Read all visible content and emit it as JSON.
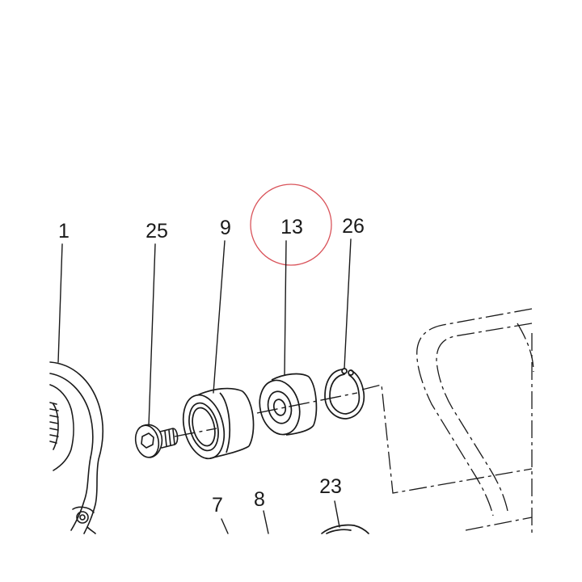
{
  "callouts": {
    "part_1": "1",
    "part_25": "25",
    "part_9": "9",
    "part_13": "13",
    "part_26": "26",
    "part_7": "7",
    "part_8": "8",
    "part_23": "23"
  },
  "highlight": {
    "target": "13",
    "color": "#d9535a"
  },
  "colors": {
    "line": "#1a1a1a",
    "background": "#ffffff"
  }
}
